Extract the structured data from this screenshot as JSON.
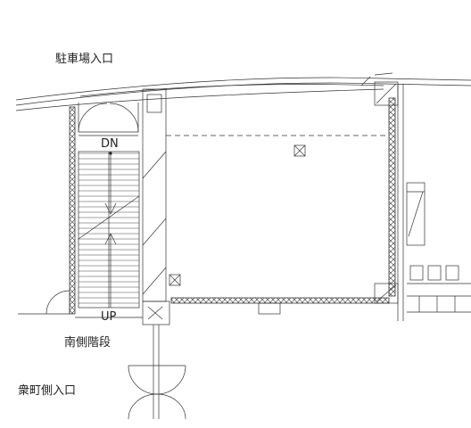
{
  "labels": {
    "parking_entrance": "駐車場入口",
    "dn": "DN",
    "up": "UP",
    "south_stairs": "南側階段",
    "town_side_entrance": "衆町側入口"
  }
}
